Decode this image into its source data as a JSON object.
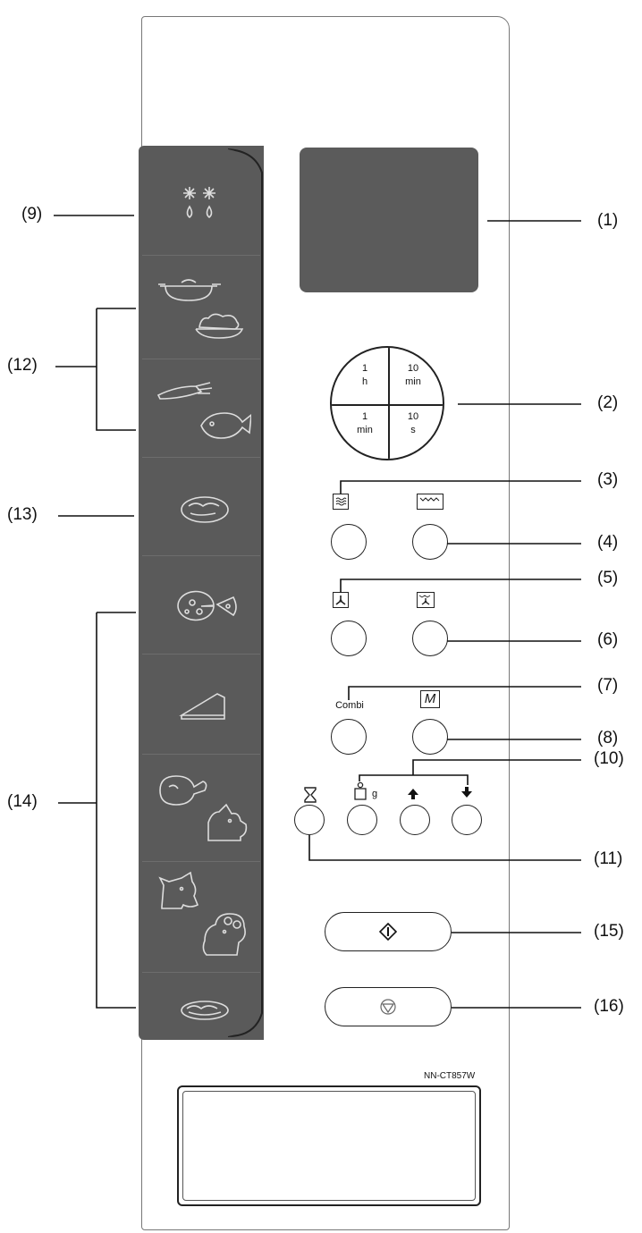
{
  "callouts": {
    "c1": "(1)",
    "c2": "(2)",
    "c3": "(3)",
    "c4": "(4)",
    "c5": "(5)",
    "c6": "(6)",
    "c7": "(7)",
    "c8": "(8)",
    "c9": "(9)",
    "c10": "(10)",
    "c11": "(11)",
    "c12": "(12)",
    "c13": "(13)",
    "c14": "(14)",
    "c15": "(15)",
    "c16": "(16)"
  },
  "dial": {
    "tl_num": "1",
    "tl_unit": "h",
    "tr_num": "10",
    "tr_unit": "min",
    "bl_num": "1",
    "bl_unit": "min",
    "br_num": "10",
    "br_unit": "s"
  },
  "labels": {
    "combi": "Combi",
    "memory": "M",
    "weight_unit": "g",
    "model": "NN-CT857W"
  },
  "icons": {
    "defrost": "snowflake-drops-icon",
    "casserole": "casserole-dish-icon",
    "rice": "rice-bowl-icon",
    "vegetable": "carrot-icon",
    "fish": "fish-icon",
    "gratin": "gratin-dish-icon",
    "pizza": "pizza-icon",
    "cake": "cake-slice-icon",
    "chicken": "roast-chicken-icon",
    "pork": "pig-head-icon",
    "beef": "cow-head-icon",
    "lamb": "sheep-head-icon",
    "quiche": "quiche-icon",
    "microwave": "microwave-waves-icon",
    "grill": "grill-element-icon",
    "convection": "convection-fan-icon",
    "grill_fan": "grill-fan-icon",
    "timer": "hourglass-icon",
    "weight": "weight-icon",
    "up": "up-arrow-icon",
    "down": "down-arrow-icon",
    "start": "start-icon",
    "stop": "stop-icon"
  },
  "colors": {
    "panel_dark": "#5a5a5a",
    "display_dark": "#5b5b5b",
    "ink": "#111111"
  }
}
